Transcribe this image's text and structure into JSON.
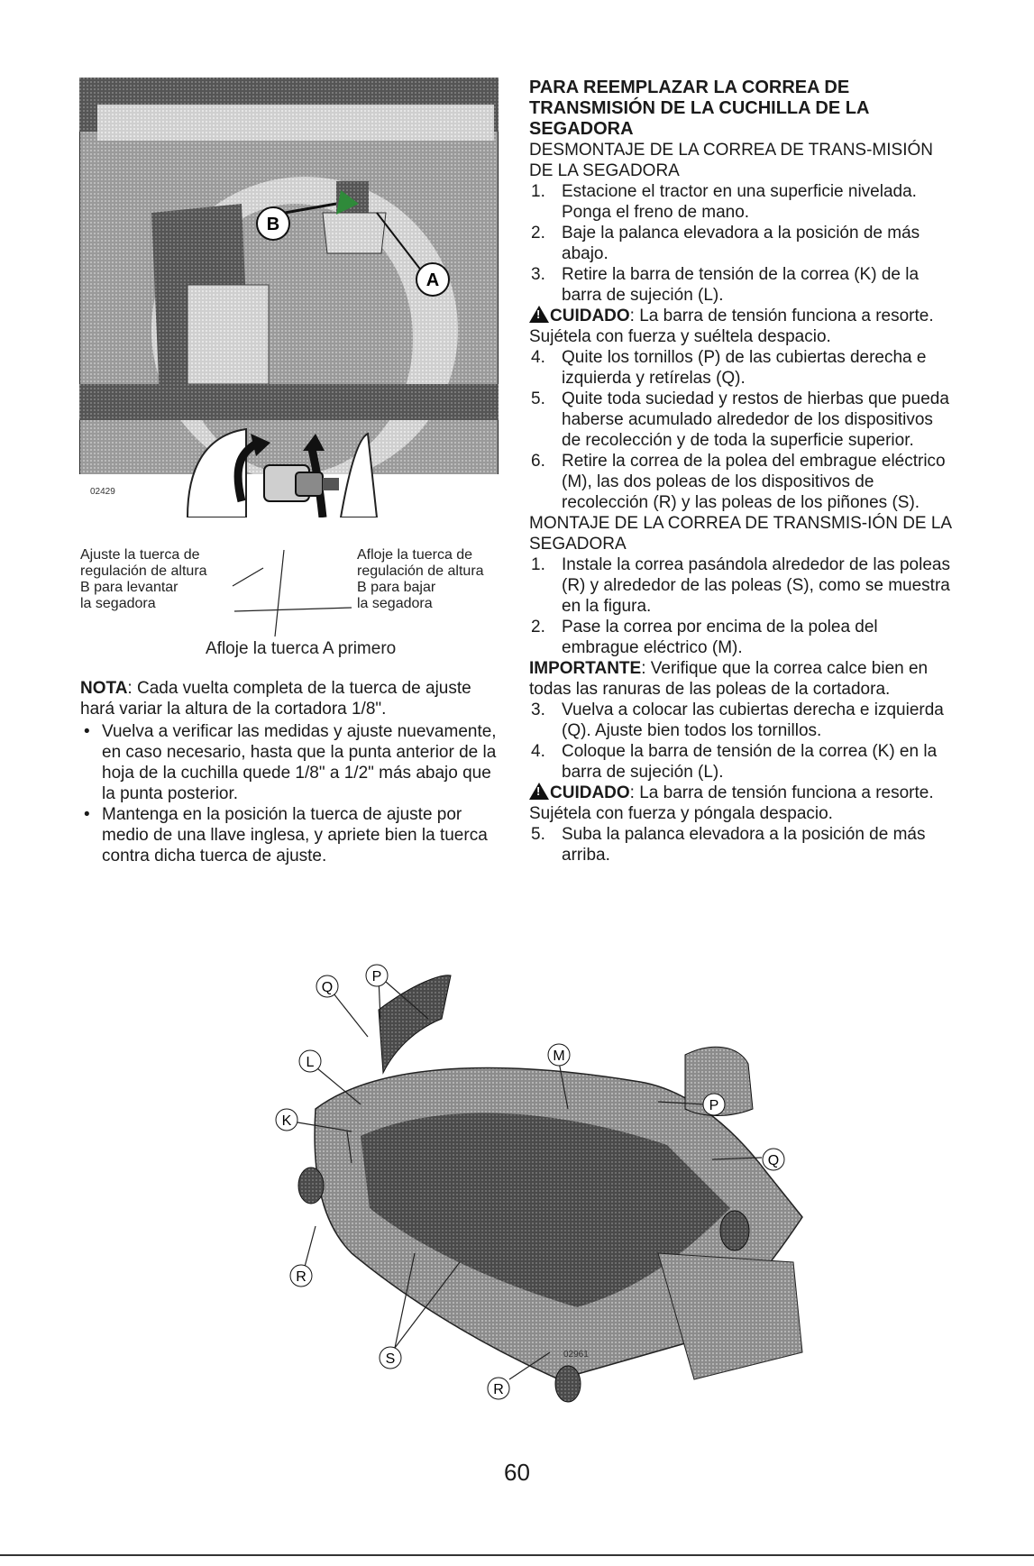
{
  "figure1": {
    "callout_b": "B",
    "callout_a": "A",
    "code": "02429",
    "caption_left": [
      "Ajuste la tuerca de",
      "regulación de altura",
      "B para levantar",
      "la segadora"
    ],
    "caption_right": [
      "Afloje la tuerca de",
      "regulación de altura",
      "B para bajar",
      "la segadora"
    ],
    "caption_bottom": "Afloje la tuerca A primero"
  },
  "left_text": {
    "note_label": "NOTA",
    "note_text": ": Cada vuelta completa de la tuerca de ajuste hará variar la altura de la cortadora 1/8\".",
    "bullets": [
      "Vuelva a verificar las medidas y ajuste nuevamente, en caso necesario, hasta que la punta anterior de la hoja de la cuchilla quede 1/8\" a 1/2\" más abajo que la punta posterior.",
      "Mantenga en la posición la tuerca de ajuste por medio de una llave inglesa, y apriete bien la tuerca contra dicha tuerca de ajuste."
    ]
  },
  "right_col": {
    "heading": "PARA REEMPLAZAR LA CORREA DE TRANSMISIÓN DE LA CUCHILLA DE LA SEGADORA",
    "removal_title": "DESMONTAJE DE LA CORREA DE TRANS-MISIÓN DE LA SEGADORA",
    "removal_steps": [
      "Estacione el tractor en una superficie nivelada. Ponga el freno de mano.",
      "Baje la palanca elevadora a la posición de más abajo.",
      "Retire la barra de tensión de la correa (K) de la barra de sujeción (L)."
    ],
    "caution1_label": "CUIDADO",
    "caution1_text": ": La barra de tensión funciona a resorte. Sujétela con fuerza y suéltela despacio.",
    "removal_steps2": [
      "Quite los tornillos (P) de las cubiertas derecha e izquierda y retírelas (Q).",
      "Quite toda suciedad y restos de hierbas que pueda haberse acumulado alrededor de los dispositivos de recolección y de toda la superficie superior.",
      "Retire la correa de la polea del embrague eléctrico (M), las dos poleas de los dispositivos de recolección (R) y las poleas de los piñones (S)."
    ],
    "install_title": "MONTAJE DE LA CORREA DE TRANSMIS-IÓN DE LA SEGADORA",
    "install_steps": [
      "Instale la correa pasándola alrededor de las poleas (R) y alrededor de las poleas (S), como se muestra en la figura.",
      "Pase la correa por encima de la polea del embrague eléctrico (M)."
    ],
    "important_label": "IMPORTANTE",
    "important_text": ": Verifique que la correa calce bien en todas las ranuras de las poleas de la cortadora.",
    "install_steps2": [
      "Vuelva a colocar las cubiertas derecha e izquierda (Q). Ajuste bien todos los tornillos.",
      "Coloque la barra de tensión de la correa (K) en la barra de sujeción (L)."
    ],
    "caution2_label": "CUIDADO",
    "caution2_text": ": La barra de tensión funciona a resorte. Sujétela con fuerza y póngala despacio.",
    "install_steps3": [
      "Suba la palanca elevadora a la posición de más arriba."
    ]
  },
  "figure2": {
    "labels": [
      "Q",
      "P",
      "L",
      "M",
      "K",
      "P",
      "Q",
      "R",
      "S",
      "R"
    ],
    "code": "02961"
  },
  "page_number": "60"
}
